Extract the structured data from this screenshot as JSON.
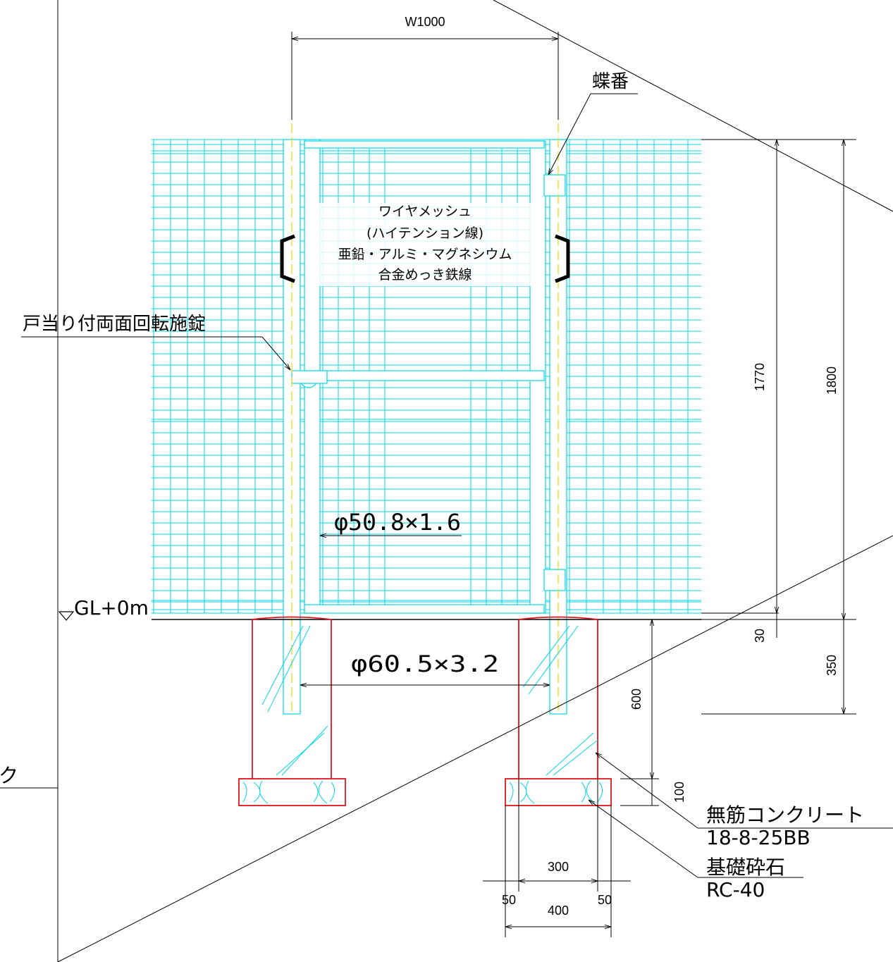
{
  "colors": {
    "mesh": "#00d8e6",
    "post_center": "#e8d800",
    "concrete": "#e0141e",
    "line": "#000000"
  },
  "dimensions": {
    "width_top": "W1000",
    "height_mesh": "1770",
    "height_total": "1800",
    "gap_bottom": "30",
    "embed_depth": "350",
    "footing_depth": "600",
    "gravel_depth": "100",
    "footing_inner": "300",
    "footing_outer": "400",
    "edge_left": "50",
    "edge_right": "50"
  },
  "labels": {
    "hinge": "蝶番",
    "lock": "戸当り付両面回転施錠",
    "mesh_note": [
      "ワイヤメッシュ",
      "(ハイテンション線)",
      "亜鉛・アルミ・マグネシウム",
      "合金めっき鉄線"
    ],
    "gate_pipe": "φ50.8×1.6",
    "post_pipe": "φ60.5×3.2",
    "ground_level": "GL+0m",
    "concrete": "無筋コンクリート",
    "concrete_spec": "18-8-25BB",
    "gravel": "基礎砕石",
    "gravel_spec": "RC-40",
    "cut_left": "ク"
  }
}
